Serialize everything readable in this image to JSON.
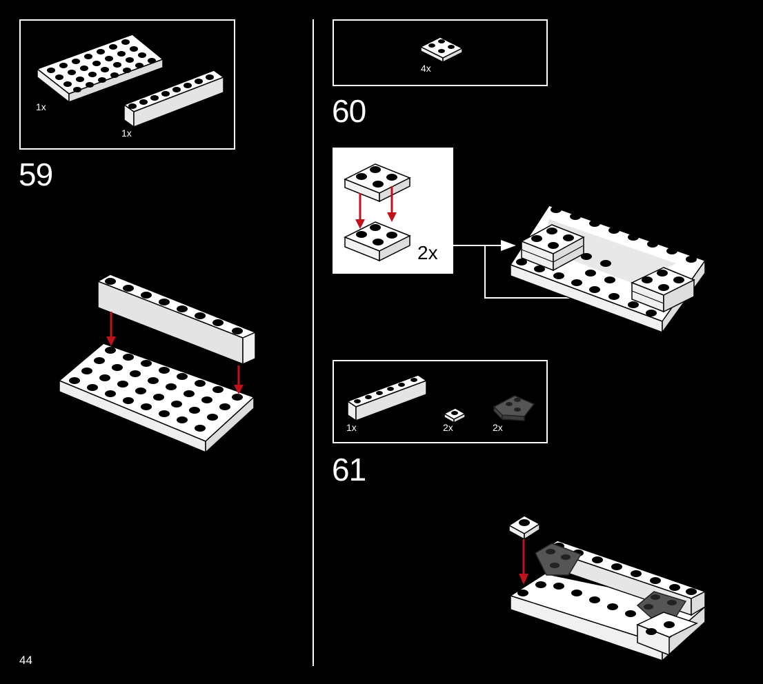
{
  "page": {
    "number": "44"
  },
  "steps": [
    {
      "number": "59",
      "parts": [
        {
          "name": "plate-4x8",
          "qty": "1x"
        },
        {
          "name": "brick-1x8",
          "qty": "1x"
        }
      ]
    },
    {
      "number": "60",
      "parts": [
        {
          "name": "plate-2x2",
          "qty": "4x"
        }
      ],
      "sub_assembly": {
        "multiplier": "2x"
      }
    },
    {
      "number": "61",
      "parts": [
        {
          "name": "brick-1x6",
          "qty": "1x"
        },
        {
          "name": "plate-1x1",
          "qty": "2x"
        },
        {
          "name": "wedge-plate-dark",
          "qty": "2x"
        }
      ]
    }
  ],
  "colors": {
    "background": "#000000",
    "line": "#ffffff",
    "arrow": "#c0121c",
    "dark_part": "#555555"
  }
}
